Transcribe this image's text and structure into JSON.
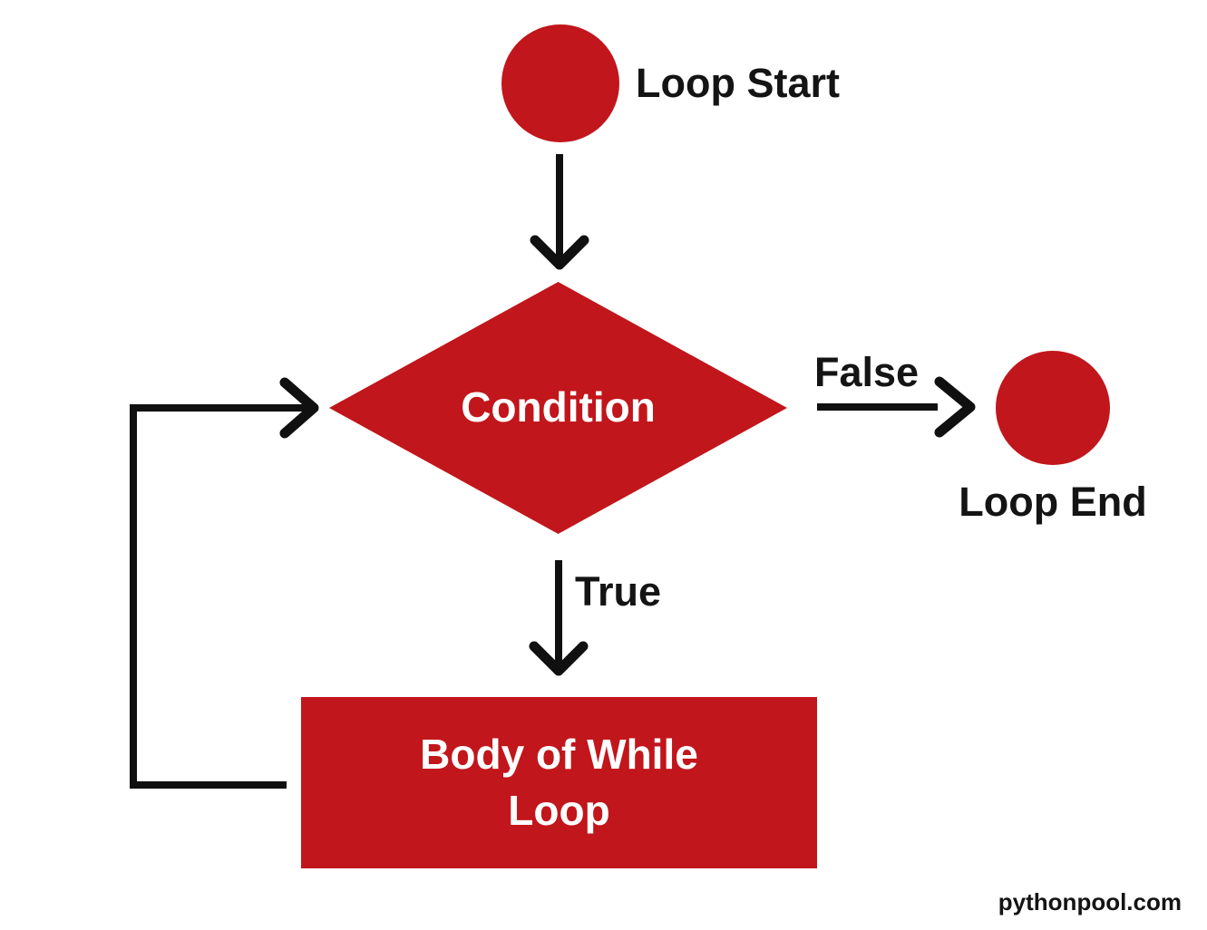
{
  "colors": {
    "shape_red": "#c1161b",
    "connector_black": "#101010",
    "label_black": "#141414",
    "shape_text_white": "#ffffff",
    "background": "#ffffff"
  },
  "nodes": {
    "loop_start": {
      "shape": "circle",
      "label": "Loop Start"
    },
    "condition": {
      "shape": "diamond",
      "label": "Condition"
    },
    "loop_end": {
      "shape": "circle",
      "label": "Loop End"
    },
    "body": {
      "shape": "rectangle",
      "label": "Body of While Loop",
      "line1": "Body of While",
      "line2": "Loop"
    }
  },
  "edges": {
    "start_to_condition": {
      "from": "loop_start",
      "to": "condition"
    },
    "condition_false_to_end": {
      "from": "condition",
      "to": "loop_end",
      "label": "False"
    },
    "condition_true_to_body": {
      "from": "condition",
      "to": "body",
      "label": "True"
    },
    "body_back_to_condition": {
      "from": "body",
      "to": "condition"
    }
  },
  "watermark": "pythonpool.com"
}
